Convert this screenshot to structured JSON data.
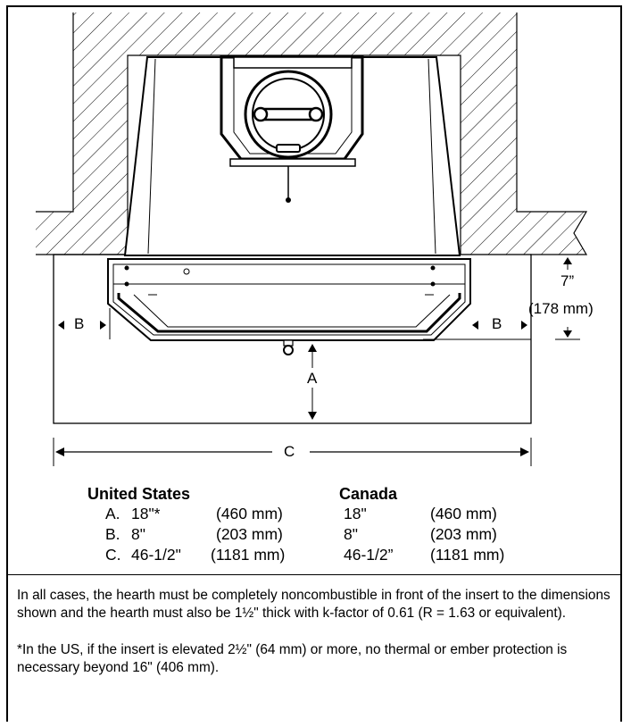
{
  "diagram": {
    "labels": {
      "A": "A",
      "B": "B",
      "C": "C",
      "depth_in": "7”",
      "depth_mm": "(178 mm)"
    }
  },
  "table": {
    "headers": {
      "us": "United States",
      "canada": "Canada"
    },
    "rows": [
      {
        "letter": "A.",
        "us_in": "18\"*",
        "us_mm": "(460 mm)",
        "ca_in": "18\"",
        "ca_mm": "(460 mm)"
      },
      {
        "letter": "B.",
        "us_in": "8\"",
        "us_mm": "(203 mm)",
        "ca_in": "8\"",
        "ca_mm": "(203 mm)"
      },
      {
        "letter": "C.",
        "us_in": "46-1/2\"",
        "us_mm": "(1181 mm)",
        "ca_in": "46-1/2”",
        "ca_mm": "(1181 mm)"
      }
    ]
  },
  "notes": {
    "main": "In all cases, the hearth must be completely noncombustible in front of the insert to the dimensions shown and the hearth must also be 1½\" thick with k-factor of 0.61 (R = 1.63 or equivalent).",
    "footnote": "*In the US, if the insert is elevated 2½\" (64 mm) or more, no thermal or ember protection is necessary beyond 16\" (406 mm)."
  }
}
